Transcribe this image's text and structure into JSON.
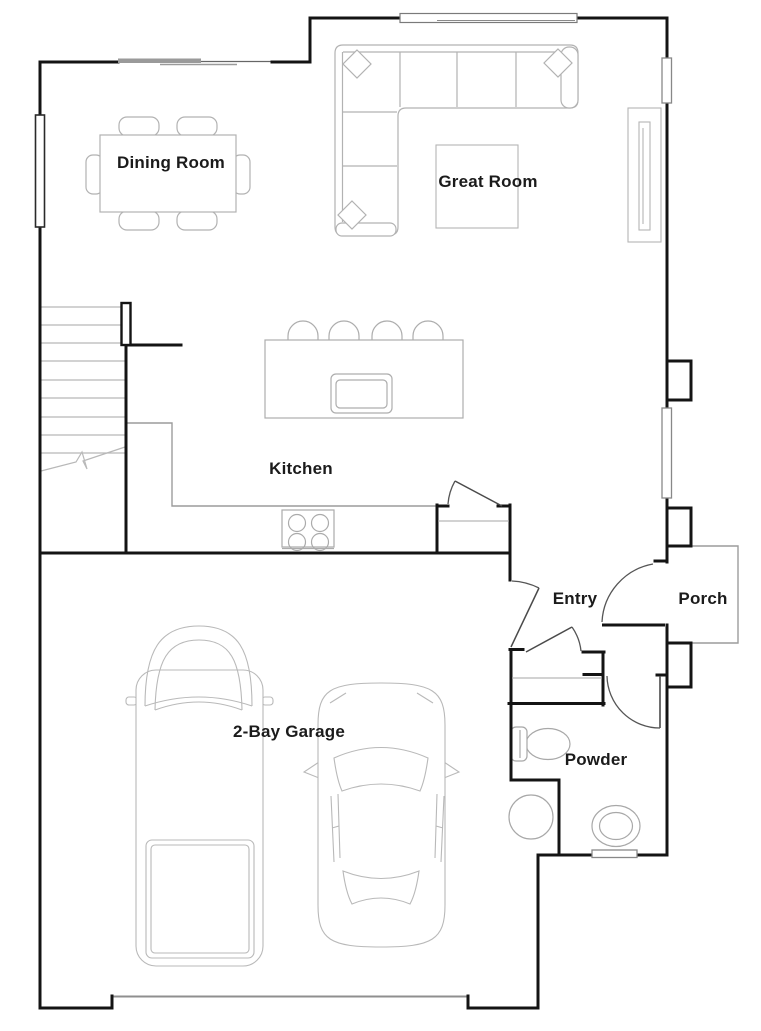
{
  "colors": {
    "wall": "#141414",
    "door": "#4a4a4a",
    "furniture": "#b2b2b2",
    "fixture": "#999999",
    "background": "#ffffff",
    "label_text": "#1b1b1b"
  },
  "rooms": {
    "dining": {
      "label": "Dining Room"
    },
    "great": {
      "label": "Great Room"
    },
    "kitchen": {
      "label": "Kitchen"
    },
    "entry": {
      "label": "Entry"
    },
    "porch": {
      "label": "Porch"
    },
    "garage": {
      "label": "2-Bay Garage"
    },
    "powder": {
      "label": "Powder"
    }
  }
}
